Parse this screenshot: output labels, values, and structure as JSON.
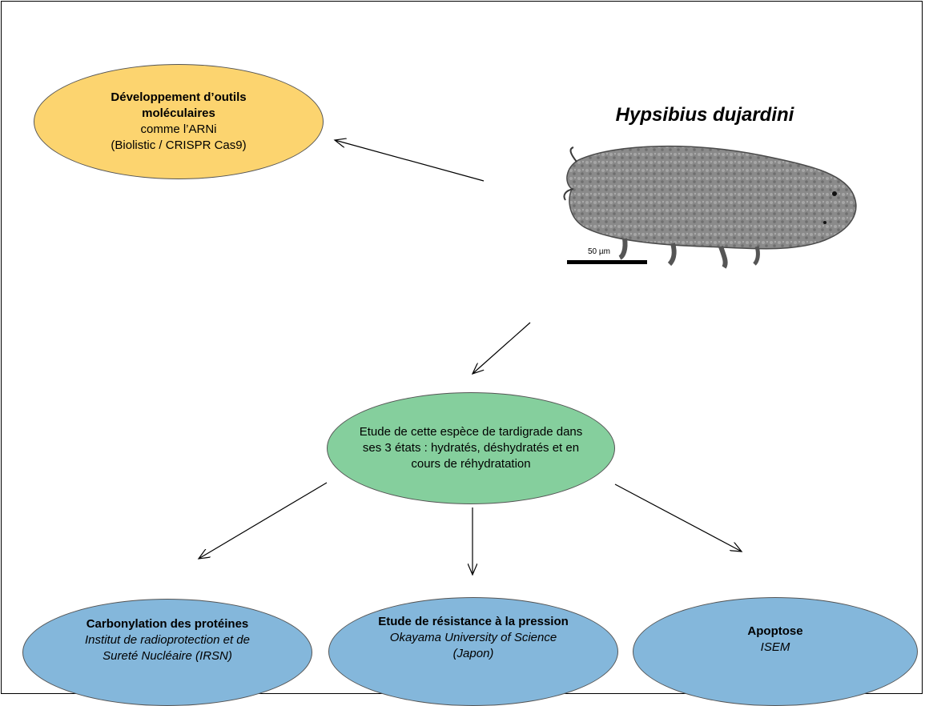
{
  "species": {
    "name": "Hypsibius dujardini",
    "scale_bar": "50 µm"
  },
  "nodes": {
    "tools": {
      "line1": "Développement d’outils",
      "line2": "moléculaires",
      "line3": "comme l’ARNi",
      "line4": "(Biolistic / CRISPR Cas9)",
      "color": "#fcd46f"
    },
    "study": {
      "text": "Etude de cette espèce de tardigrade dans ses 3 états : hydratés, déshydratés et en cours de réhydratation",
      "color": "#85cf9d"
    },
    "carbonylation": {
      "title": "Carbonylation des protéines",
      "line2": "Institut de radioprotection et de",
      "line3": "Sureté Nucléaire (IRSN)",
      "color": "#84b7db"
    },
    "pressure": {
      "title": "Etude de résistance à la pression",
      "line2": "Okayama University of Science",
      "line3": "(Japon)",
      "color": "#84b7db"
    },
    "apoptosis": {
      "title": "Apoptose",
      "line2": "ISEM",
      "color": "#84b7db"
    }
  }
}
